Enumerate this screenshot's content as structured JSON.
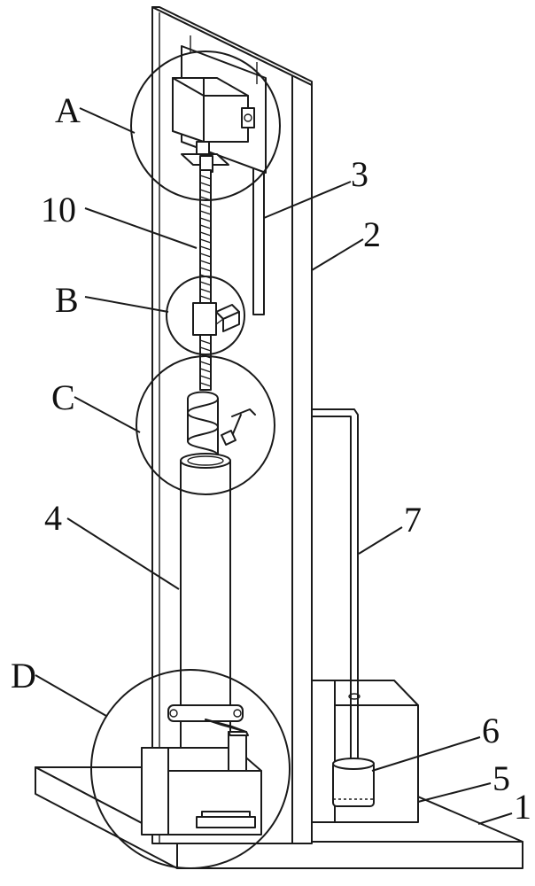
{
  "labels": {
    "A": "A",
    "B": "B",
    "C": "C",
    "D": "D",
    "n1": "1",
    "n2": "2",
    "n3": "3",
    "n4": "4",
    "n5": "5",
    "n6": "6",
    "n7": "7",
    "n10": "10"
  },
  "colors": {
    "line": "#1a1a1a",
    "background": "#ffffff"
  }
}
